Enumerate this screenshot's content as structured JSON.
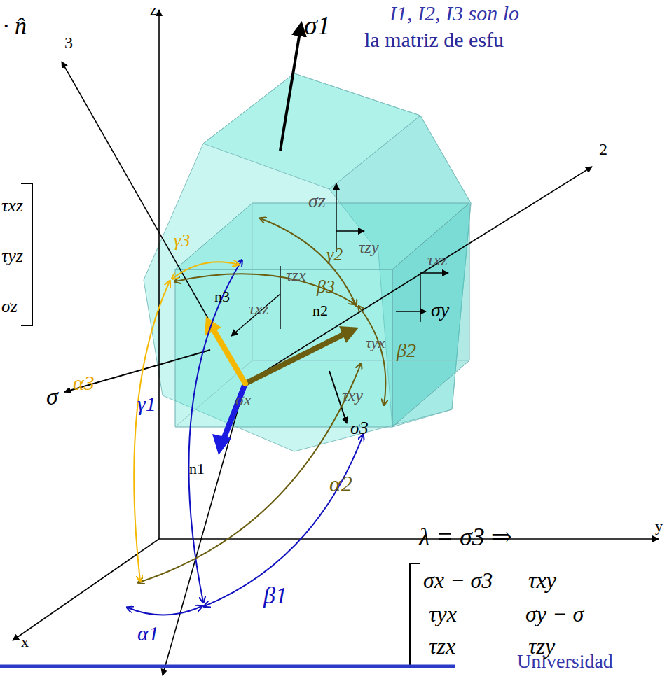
{
  "diagram": {
    "labels": [
      "· n̂",
      "3",
      "z",
      "σ1",
      "I1, I2, I3 son lo",
      "la matriz de esfu",
      "τxz",
      "τyz",
      "σz",
      "σz",
      "2",
      "γ3",
      "γ2",
      "τzy",
      "τxz",
      "τzx",
      "β3",
      "τxz",
      "n3",
      "n2",
      "σy",
      "β2",
      "τxy",
      "τyx",
      "σ",
      "α3",
      "γ1",
      "σx",
      "y",
      "α2",
      "σ3",
      "n1",
      "λ = σ3 ⇒",
      "β1",
      "α1",
      "σx − σ3",
      "τxy",
      "σy − σ",
      "τyx",
      "τzx",
      "τzy",
      "x",
      "Universidad"
    ]
  }
}
